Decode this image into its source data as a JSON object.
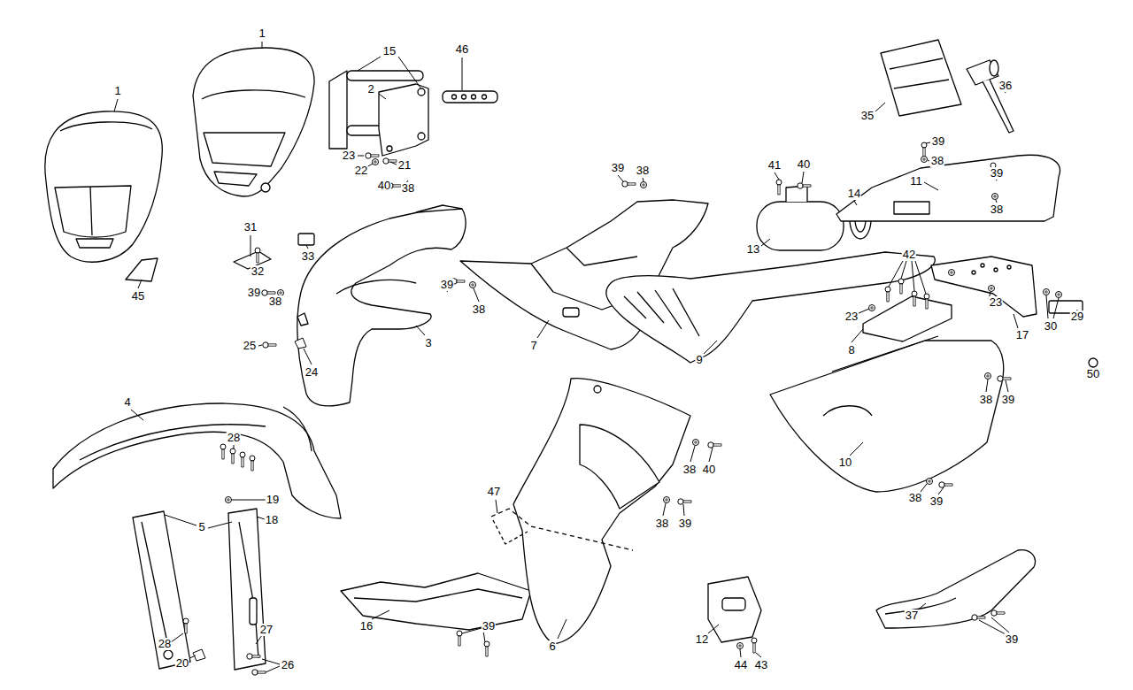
{
  "diagram": {
    "labels": [
      "1",
      "1",
      "15",
      "2",
      "46",
      "23",
      "22",
      "21",
      "40",
      "38",
      "31",
      "32",
      "33",
      "39",
      "38",
      "45",
      "25",
      "24",
      "3",
      "4",
      "28",
      "19",
      "18",
      "5",
      "28",
      "20",
      "27",
      "26",
      "39",
      "38",
      "39",
      "38",
      "7",
      "9",
      "41",
      "40",
      "14",
      "13",
      "39",
      "38",
      "11",
      "39",
      "38",
      "35",
      "36",
      "42",
      "23",
      "23",
      "8",
      "17",
      "30",
      "29",
      "50",
      "38",
      "39",
      "10",
      "38",
      "39",
      "38",
      "40",
      "38",
      "39",
      "47",
      "16",
      "39",
      "6",
      "12",
      "44",
      "43",
      "37",
      "39"
    ]
  }
}
